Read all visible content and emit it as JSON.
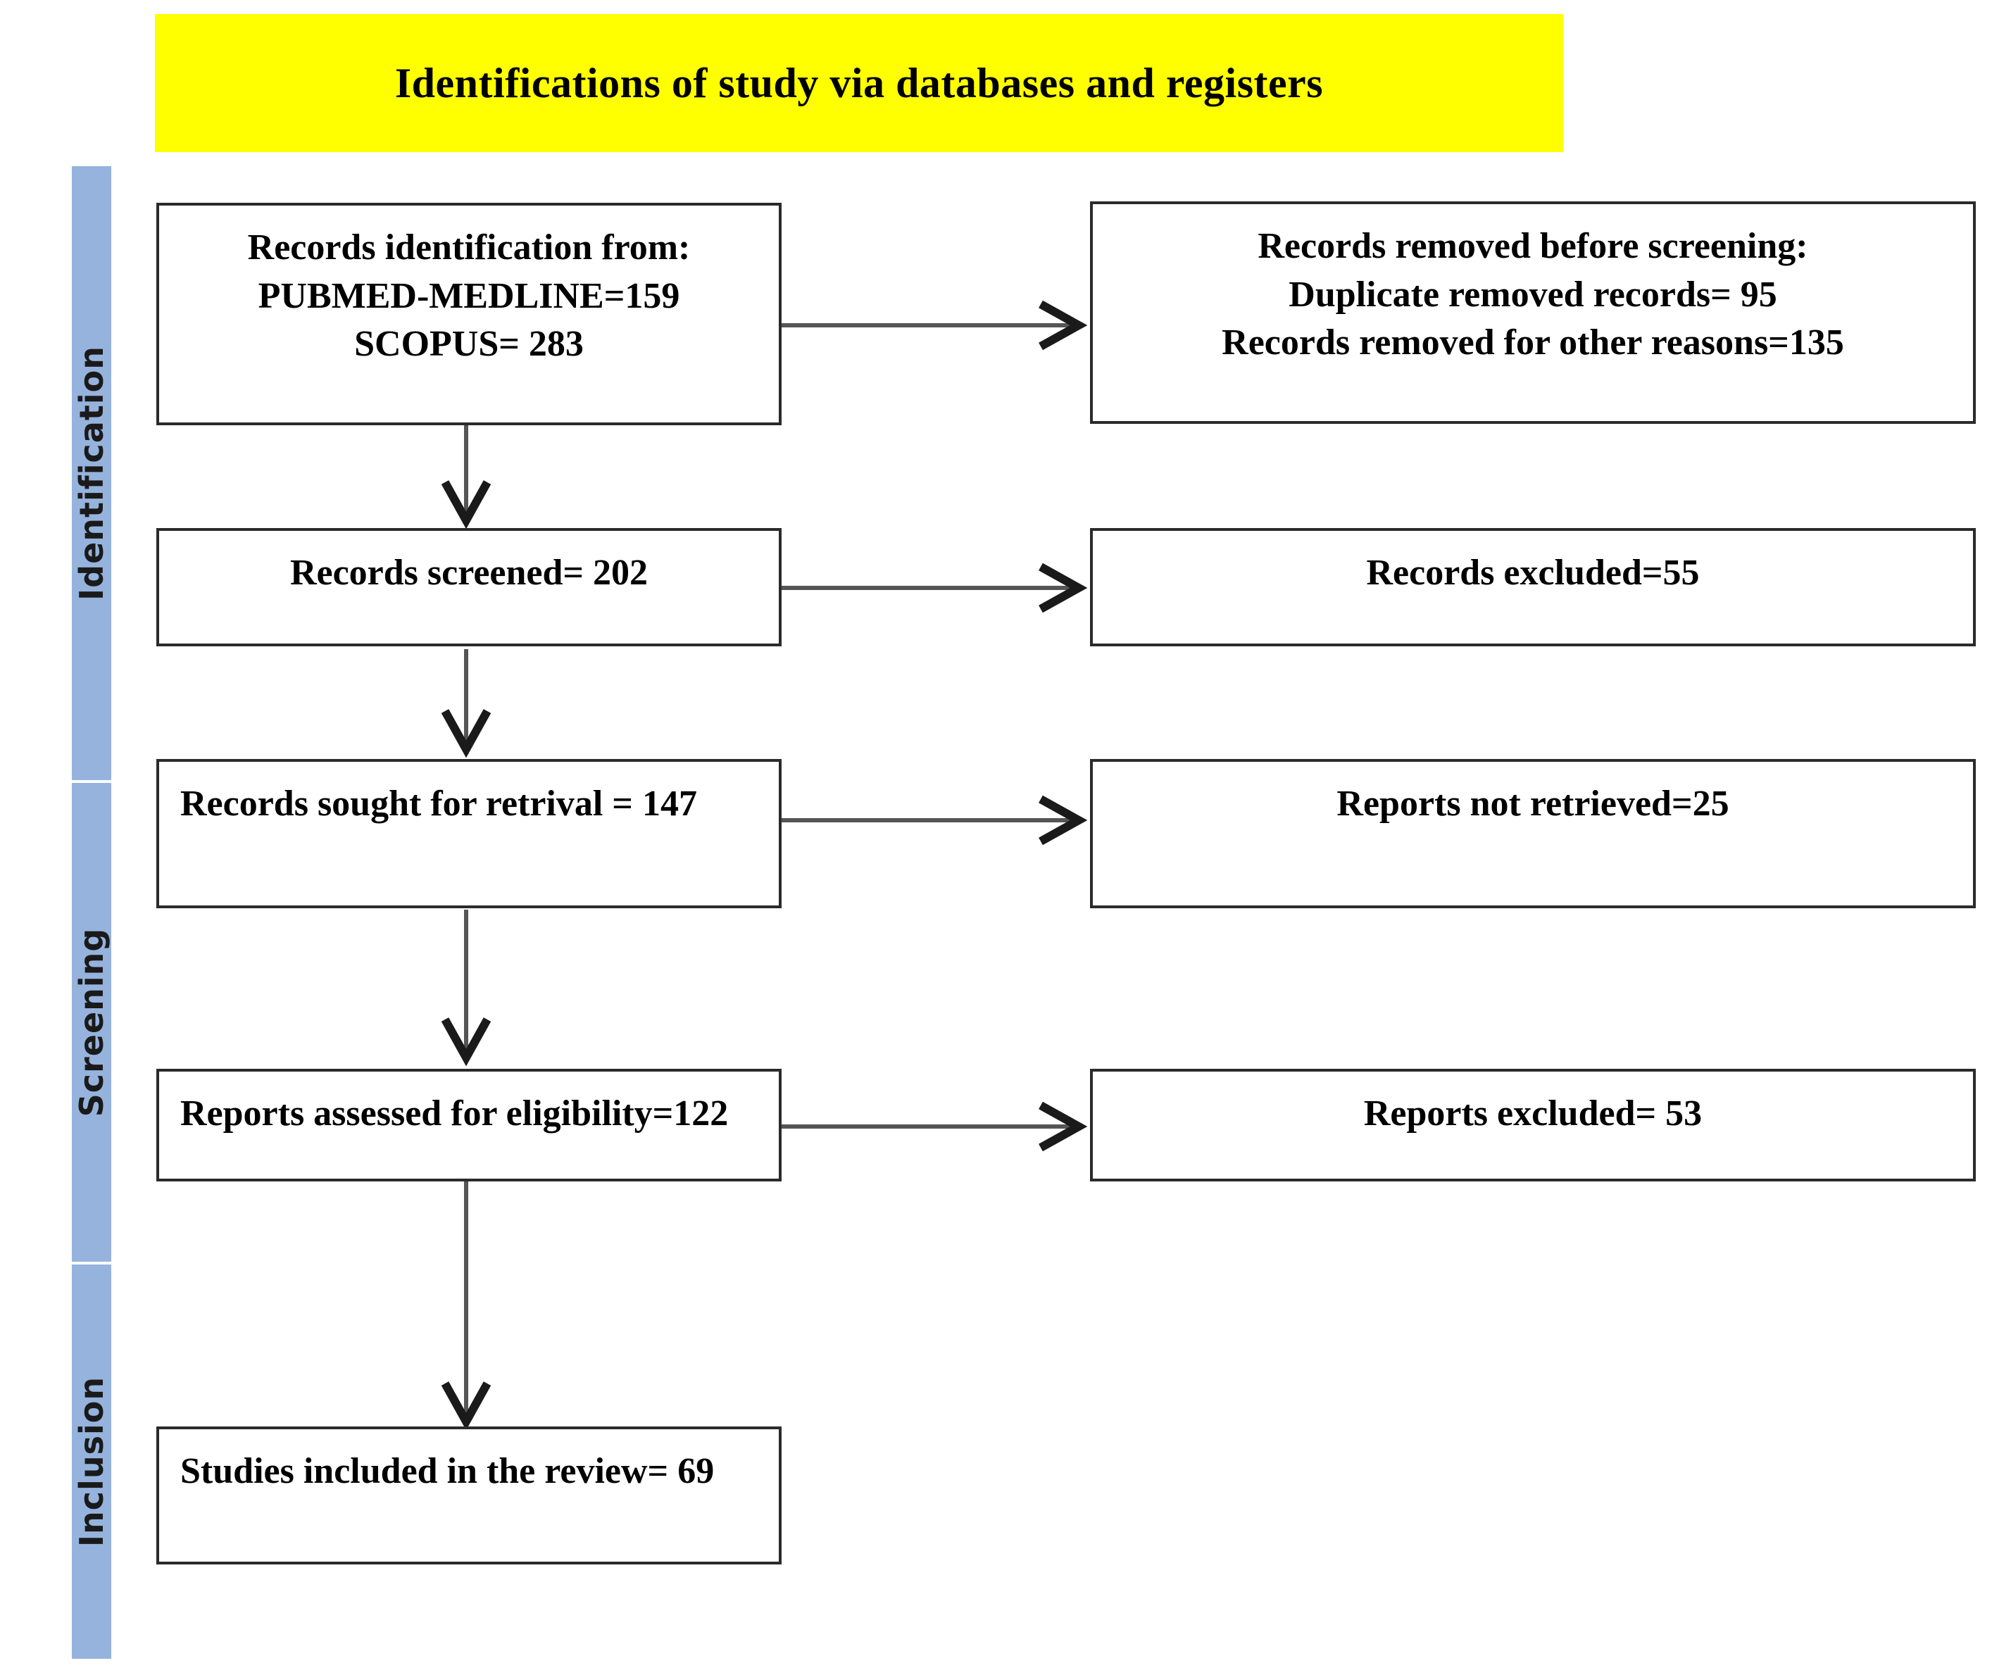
{
  "banner": {
    "title": "Identifications of study via databases and registers",
    "background_color": "#ffff00"
  },
  "stages": [
    {
      "label": "Identification",
      "color": "#95b3dd"
    },
    {
      "label": "Screening",
      "color": "#95b3dd"
    },
    {
      "label": "Inclusion",
      "color": "#95b3dd"
    }
  ],
  "boxes": {
    "identification_source": {
      "lines": [
        "Records identification from:",
        "PUBMED-MEDLINE=159",
        "SCOPUS= 283"
      ]
    },
    "removed_before_screening": {
      "lines": [
        "Records removed before screening:",
        "Duplicate removed records= 95",
        "Records removed for other reasons=135"
      ]
    },
    "records_screened": {
      "lines": [
        "Records screened= 202"
      ]
    },
    "records_excluded": {
      "lines": [
        "Records excluded=55"
      ]
    },
    "records_sought": {
      "lines": [
        "Records sought for retrival = 147"
      ]
    },
    "reports_not_retrieved": {
      "lines": [
        "Reports not retrieved=25"
      ]
    },
    "reports_assessed": {
      "lines": [
        "Reports assessed for eligibility=122"
      ]
    },
    "reports_excluded": {
      "lines": [
        "Reports excluded= 53"
      ]
    },
    "studies_included": {
      "lines": [
        "Studies included in the review= 69"
      ]
    }
  },
  "chart_data": {
    "type": "diagram",
    "title": "Identifications of study via databases and registers",
    "diagram_kind": "PRISMA flow diagram",
    "stages": [
      "Identification",
      "Screening",
      "Inclusion"
    ],
    "nodes": [
      {
        "id": "identification_source",
        "stage": "Identification",
        "column": "left",
        "label": "Records identification from: PUBMED-MEDLINE=159 SCOPUS= 283",
        "values": {
          "PUBMED-MEDLINE": 159,
          "SCOPUS": 283
        }
      },
      {
        "id": "removed_before_screening",
        "stage": "Identification",
        "column": "right",
        "label": "Records removed before screening: Duplicate removed records= 95 Records removed for other reasons=135",
        "values": {
          "Duplicate removed records": 95,
          "Records removed for other reasons": 135
        }
      },
      {
        "id": "records_screened",
        "stage": "Screening",
        "column": "left",
        "label": "Records screened= 202",
        "values": {
          "Records screened": 202
        }
      },
      {
        "id": "records_excluded",
        "stage": "Screening",
        "column": "right",
        "label": "Records excluded=55",
        "values": {
          "Records excluded": 55
        }
      },
      {
        "id": "records_sought",
        "stage": "Screening",
        "column": "left",
        "label": "Records sought for retrival = 147",
        "values": {
          "Records sought for retrival": 147
        }
      },
      {
        "id": "reports_not_retrieved",
        "stage": "Screening",
        "column": "right",
        "label": "Reports not retrieved=25",
        "values": {
          "Reports not retrieved": 25
        }
      },
      {
        "id": "reports_assessed",
        "stage": "Screening",
        "column": "left",
        "label": "Reports assessed for eligibility=122",
        "values": {
          "Reports assessed for eligibility": 122
        }
      },
      {
        "id": "reports_excluded",
        "stage": "Screening",
        "column": "right",
        "label": "Reports excluded= 53",
        "values": {
          "Reports excluded": 53
        }
      },
      {
        "id": "studies_included",
        "stage": "Inclusion",
        "column": "left",
        "label": "Studies included in the review= 69",
        "values": {
          "Studies included in the review": 69
        }
      }
    ],
    "edges": [
      {
        "from": "identification_source",
        "to": "removed_before_screening",
        "direction": "horizontal"
      },
      {
        "from": "identification_source",
        "to": "records_screened",
        "direction": "vertical"
      },
      {
        "from": "records_screened",
        "to": "records_excluded",
        "direction": "horizontal"
      },
      {
        "from": "records_screened",
        "to": "records_sought",
        "direction": "vertical"
      },
      {
        "from": "records_sought",
        "to": "reports_not_retrieved",
        "direction": "horizontal"
      },
      {
        "from": "records_sought",
        "to": "reports_assessed",
        "direction": "vertical"
      },
      {
        "from": "reports_assessed",
        "to": "reports_excluded",
        "direction": "horizontal"
      },
      {
        "from": "reports_assessed",
        "to": "studies_included",
        "direction": "vertical"
      }
    ]
  }
}
